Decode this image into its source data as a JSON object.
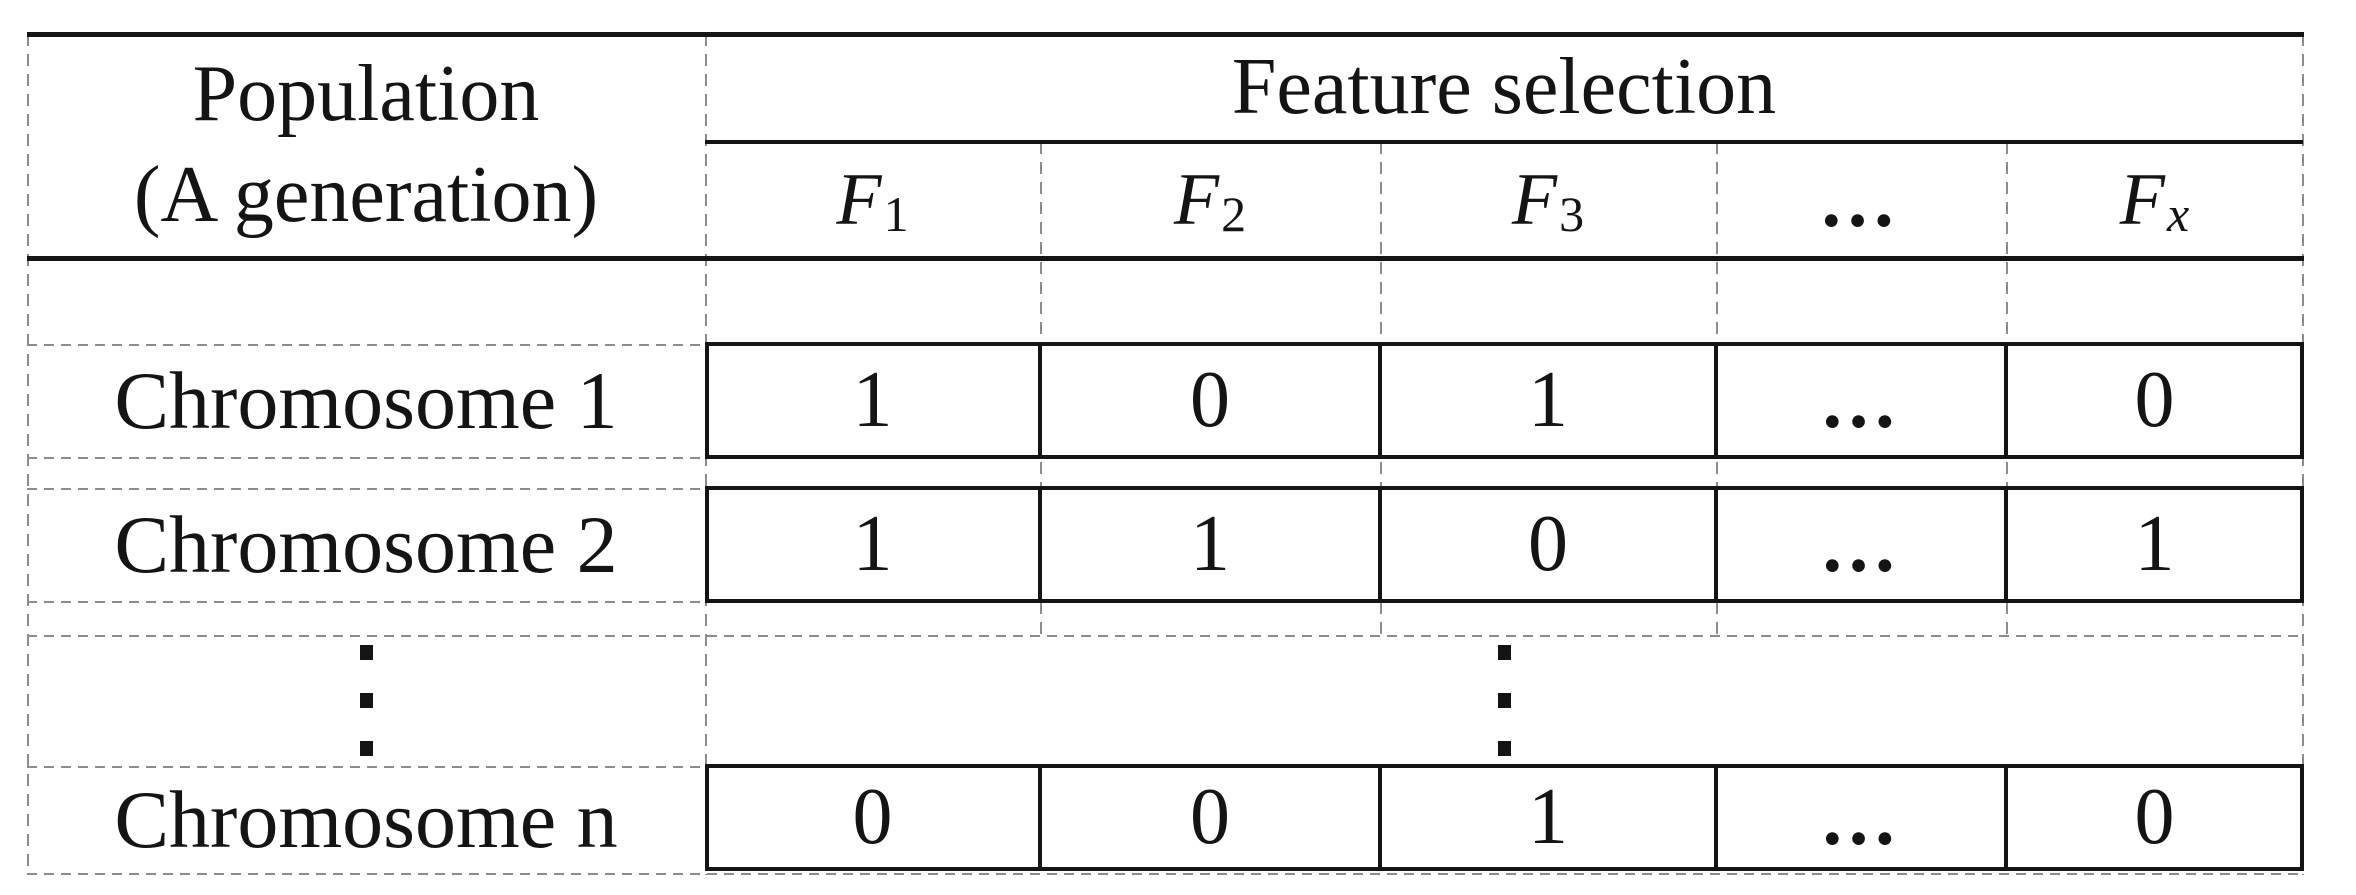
{
  "figure": {
    "population_column": {
      "header_line1": "Population",
      "header_line2": "(A generation)",
      "ellipsis": "⋮"
    },
    "feature_selection": {
      "header": "Feature selection",
      "columns": [
        {
          "base": "F",
          "sub": "1"
        },
        {
          "base": "F",
          "sub": "2"
        },
        {
          "base": "F",
          "sub": "3"
        },
        {
          "base": "…",
          "sub": ""
        },
        {
          "base": "F",
          "sub": "x"
        }
      ],
      "ellipsis": "⋮"
    },
    "rows": [
      {
        "label": "Chromosome 1",
        "values": [
          "1",
          "0",
          "1",
          "…",
          "0"
        ]
      },
      {
        "label": "Chromosome 2",
        "values": [
          "1",
          "1",
          "0",
          "…",
          "1"
        ]
      },
      {
        "label": "Chromosome n",
        "values": [
          "0",
          "0",
          "1",
          "…",
          "0"
        ]
      }
    ]
  }
}
